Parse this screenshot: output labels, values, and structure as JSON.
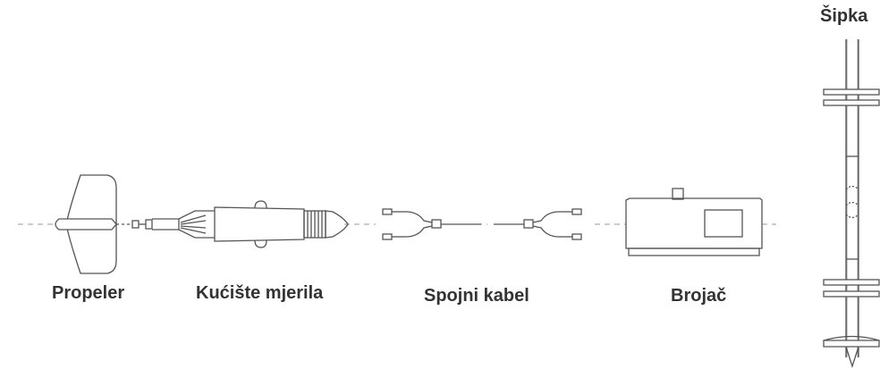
{
  "labels": {
    "propeller": "Propeler",
    "meter_housing": "Kućište mjerila",
    "connecting_cable": "Spojni kabel",
    "counter": "Brojač",
    "rod": "Šipka"
  },
  "colors": {
    "stroke": "#555555",
    "axis": "#9a9a9a",
    "text": "#333333",
    "background": "#ffffff"
  }
}
